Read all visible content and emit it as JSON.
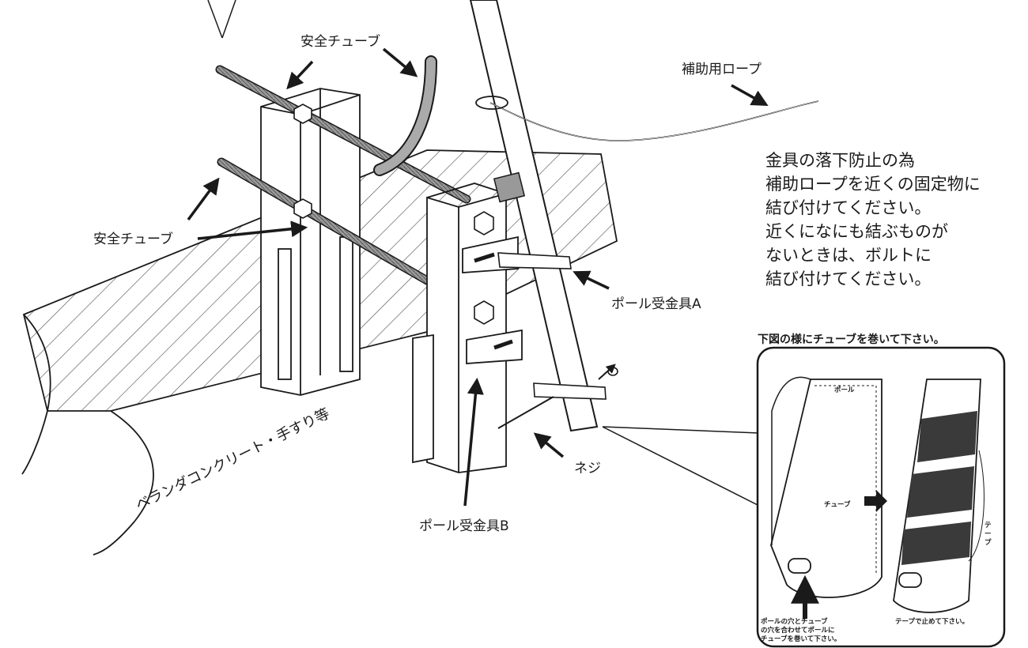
{
  "labels": {
    "safety_tube_top": "安全チューブ",
    "safety_tube_left": "安全チューブ",
    "assist_rope": "補助用ロープ",
    "pole_bracket_a": "ポール受金具A",
    "pole_bracket_b": "ポール受金具B",
    "screw": "ネジ",
    "verandah": "ベランダコンクリート・手すり等"
  },
  "note": {
    "lines": [
      "金具の落下防止の為",
      "補助ロープを近くの固定物に",
      "結び付けてください。",
      "近くになにも結ぶものが",
      "ないときは、ボルトに",
      "結び付けてください。"
    ]
  },
  "inset": {
    "title": "下図の様にチューブを巻いて下さい。",
    "pole_label": "ポール",
    "tube_label": "チューブ",
    "tape_label": "テープ",
    "caption_left": [
      "ポールの穴とチューブ",
      "の穴を合わせてポールに",
      "チューブを巻いて下さい。"
    ],
    "caption_right": "テープで止めて下さい。"
  },
  "colors": {
    "line": "#1a1a1a",
    "hatch": "#555555",
    "tape": "#3a3a3a",
    "bolt": "#8a8a8a"
  }
}
